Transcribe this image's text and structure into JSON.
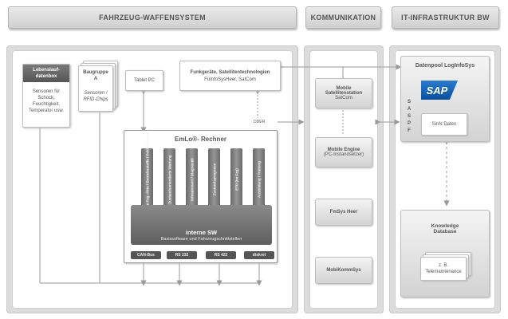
{
  "headers": {
    "fahrzeug": "FAHRZEUG-WAFFENSYSTEM",
    "kommunikation": "KOMMUNIKATION",
    "it": "IT-INFRASTRUKTUR BW"
  },
  "lebenslauf": {
    "title_line1": "Lebenslauf-",
    "title_line2": "datenbox",
    "body_line1": "Sensoren für",
    "body_line2": "Schock,",
    "body_line3": "Feuchtigkeit,",
    "body_line4": "Temperatur usw."
  },
  "baugruppe": {
    "title_line1": "Baugruppe",
    "title_line2": "A",
    "body_line1": "Sensoren /",
    "body_line2": "RFID-Chips"
  },
  "tablet": {
    "label": "Tablet PC"
  },
  "funk": {
    "title": "Funkgeräte, Satellitentechnologien",
    "subtitle": "FüInfoSysHeer, SatCom"
  },
  "oder": "ODER",
  "emlo": {
    "title": "EmLo®- Rechner",
    "modules": [
      "Elektronische Fzg.-Akte / Betriebsstoffe / Fehlerhistorie",
      "Zustandsorientierte Wartung",
      "Infotainment / Diagnostik",
      "Zustandsprognose",
      "ETD (im Fzg)",
      "Ausbildung / Training"
    ],
    "interne_title": "interne SW",
    "interne_sub": "Basissoftware und Fahrzeugschnittstellen",
    "ports": [
      "CAN-Bus",
      "RS 232",
      "RS 422",
      "diskret"
    ]
  },
  "komm": {
    "mobile_sat_line1": "Mobile",
    "mobile_sat_line2": "Satellitenstation",
    "mobile_sat_line3": "SatCom",
    "mobile_engine_line1": "Mobile Engine",
    "mobile_engine_line2": "(PC-Instandsetzer)",
    "fmsys": "FmSys Heer",
    "mobikomm": "MobiKommSys"
  },
  "it": {
    "datenpool": "Datenpool LogInfoSys",
    "sap_logo": "SAP",
    "saspf_letters": [
      "S",
      "A",
      "S",
      "P",
      "F"
    ],
    "sinn": "SinN Daten",
    "knowledge_line1": "Knowledge",
    "knowledge_line2": "Database",
    "zb_line1": "z. B.",
    "zb_line2": "Telemaintenance"
  }
}
